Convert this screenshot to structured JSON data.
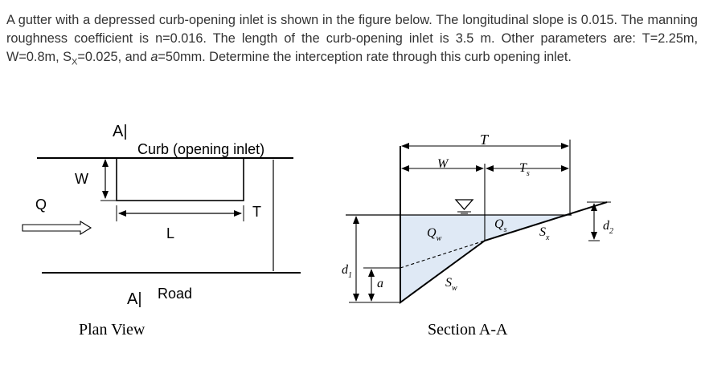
{
  "problem": {
    "text_1": "A gutter with a depressed curb-opening inlet is shown in the figure below. The longitudinal slope is 0.015. The manning roughness coefficient is n=0.016. The length of the curb-opening inlet is 3.5 m. Other parameters are: T=2.25m, W=0.8m, S",
    "sub_x": "X",
    "text_2": "=0.025, and ",
    "text_3": "=50mm. Determine the interception rate through this curb opening inlet.",
    "a_symbol": "a"
  },
  "plan_view": {
    "section_mark_top": "A|",
    "curb_label": "Curb (opening inlet)",
    "w_label": "W",
    "q_label": "Q",
    "t_label": "T",
    "l_label": "L",
    "section_mark_bottom": "A|",
    "road_label": "Road",
    "caption": "Plan View"
  },
  "section_view": {
    "t_label": "T",
    "w_label": "W",
    "ts_label": "T",
    "ts_sub": "s",
    "qw_label": "Q",
    "qw_sub": "w",
    "qs_label": "Q",
    "qs_sub": "s",
    "sx_label": "S",
    "sx_sub": "x",
    "d2_label": "d",
    "d2_sub": "2",
    "d1_label": "d",
    "d1_sub": "1",
    "a_label": "a",
    "sw_label": "S",
    "sw_sub": "w",
    "caption": "Section A-A",
    "water_color": "#dfe9f5"
  }
}
